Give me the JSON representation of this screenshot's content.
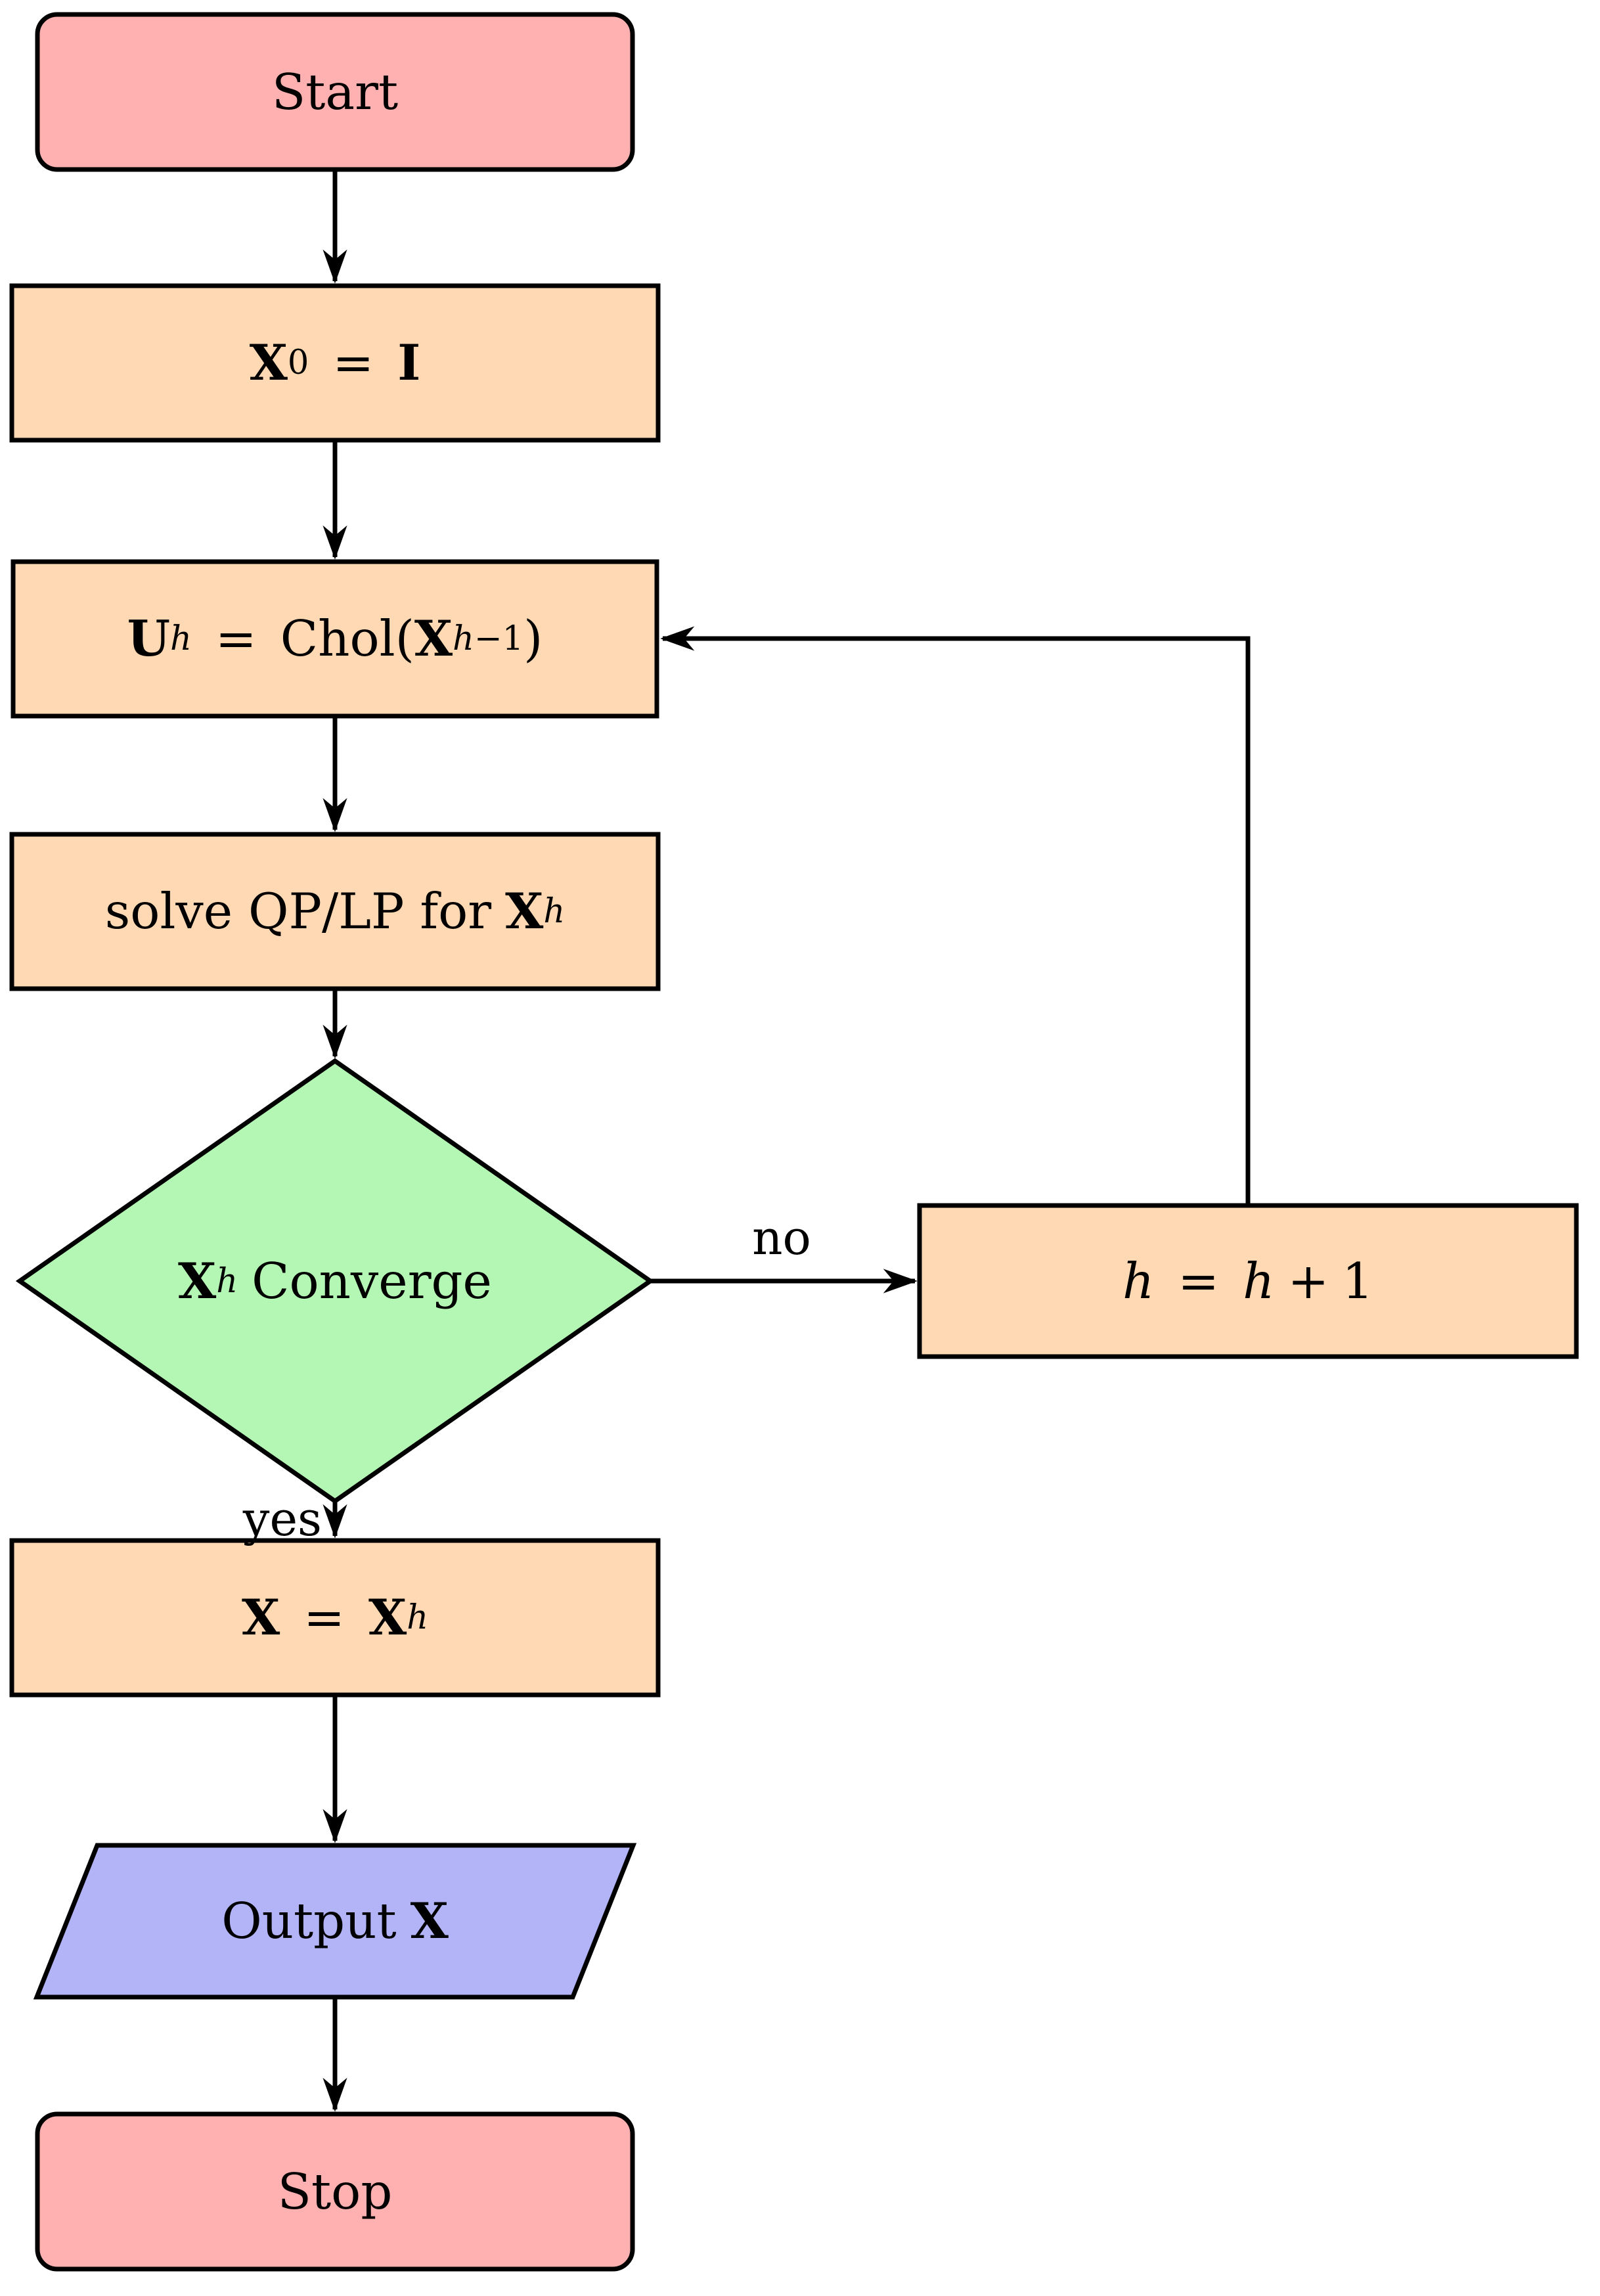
{
  "diagram": {
    "type": "flowchart",
    "colors": {
      "terminal_fill": "#ffb1b1",
      "process_fill": "#ffd9b3",
      "decision_fill": "#b4f6b4",
      "io_fill": "#b3b3f8",
      "stroke": "#000000"
    },
    "nodes": {
      "start": {
        "label": "Start"
      },
      "init": {
        "lhs": "X",
        "lhs_sub": "0",
        "eq": "=",
        "rhs": "I"
      },
      "chol": {
        "lhs": "U",
        "lhs_sub": "h",
        "eq": "=",
        "fn": "Chol(",
        "arg": "X",
        "arg_sub_var": "h",
        "arg_sub_rest": "−1",
        "close": ")"
      },
      "solve": {
        "pre": "solve QP/LP for",
        "var": "X",
        "var_sub": "h"
      },
      "decide": {
        "var": "X",
        "var_sub": "h",
        "post": "Converge"
      },
      "inc": {
        "lhs": "h",
        "eq": "=",
        "rhs": "h",
        "plus": "+",
        "one": "1"
      },
      "assign": {
        "lhs": "X",
        "eq": "=",
        "rhs": "X",
        "rhs_sub": "h"
      },
      "output": {
        "pre": "Output",
        "var": "X"
      },
      "stop": {
        "label": "Stop"
      }
    },
    "edge_labels": {
      "yes": "yes",
      "no": "no"
    }
  }
}
